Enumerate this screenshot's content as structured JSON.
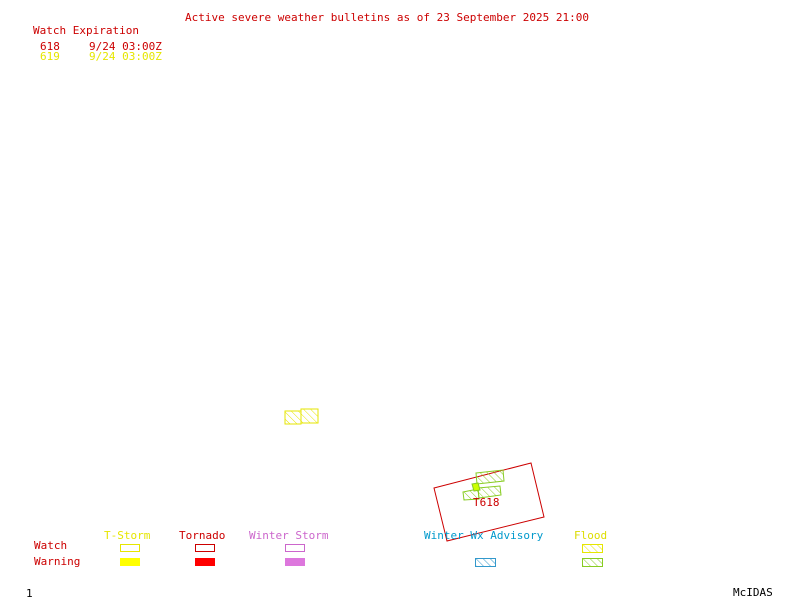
{
  "header": {
    "title": "Active severe weather bulletins as of 23 September 2025 21:00",
    "watch_expiration_label": "Watch Expiration",
    "watches": [
      {
        "id": "618",
        "expiration": "9/24 03:00Z"
      },
      {
        "id": "619",
        "expiration": "9/24 03:00Z"
      }
    ]
  },
  "map": {
    "watch_label": "T618"
  },
  "legend": {
    "row_watch": "Watch",
    "row_warning": "Warning",
    "columns": [
      "T-Storm",
      "Tornado",
      "Winter Storm",
      "Winter Wx Advisory",
      "Flood"
    ]
  },
  "footer": {
    "frame_number": "1",
    "brand": "McIDAS"
  },
  "colors": {
    "tstorm": "#ffff00",
    "tornado": "#ff0000",
    "winter_storm": "#dd77dd",
    "winter_advisory": "#3399cc",
    "flood": "#99cc33"
  }
}
